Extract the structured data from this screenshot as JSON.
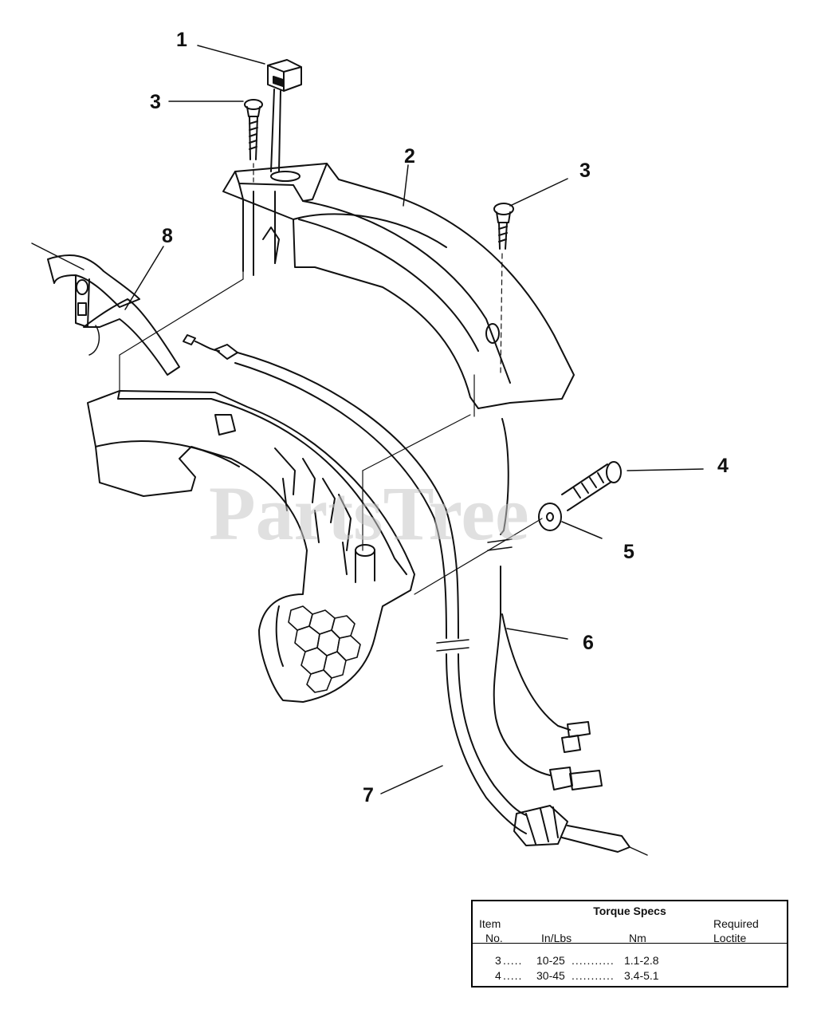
{
  "callouts": {
    "c1": "1",
    "c2": "2",
    "c3a": "3",
    "c3b": "3",
    "c4": "4",
    "c5": "5",
    "c6": "6",
    "c7": "7",
    "c8": "8"
  },
  "watermark": "PartsTree",
  "torque_table": {
    "title": "Torque Specs",
    "col_item_1": "Item",
    "col_item_2": "No.",
    "col_inlbs": "In/Lbs",
    "col_nm": "Nm",
    "col_loctite_1": "Required",
    "col_loctite_2": "Loctite",
    "rows": [
      {
        "item": "3",
        "inlbs": "10-25",
        "nm": "1.1-2.8",
        "loctite": ""
      },
      {
        "item": "4",
        "inlbs": "30-45",
        "nm": "3.4-5.1",
        "loctite": ""
      }
    ]
  }
}
